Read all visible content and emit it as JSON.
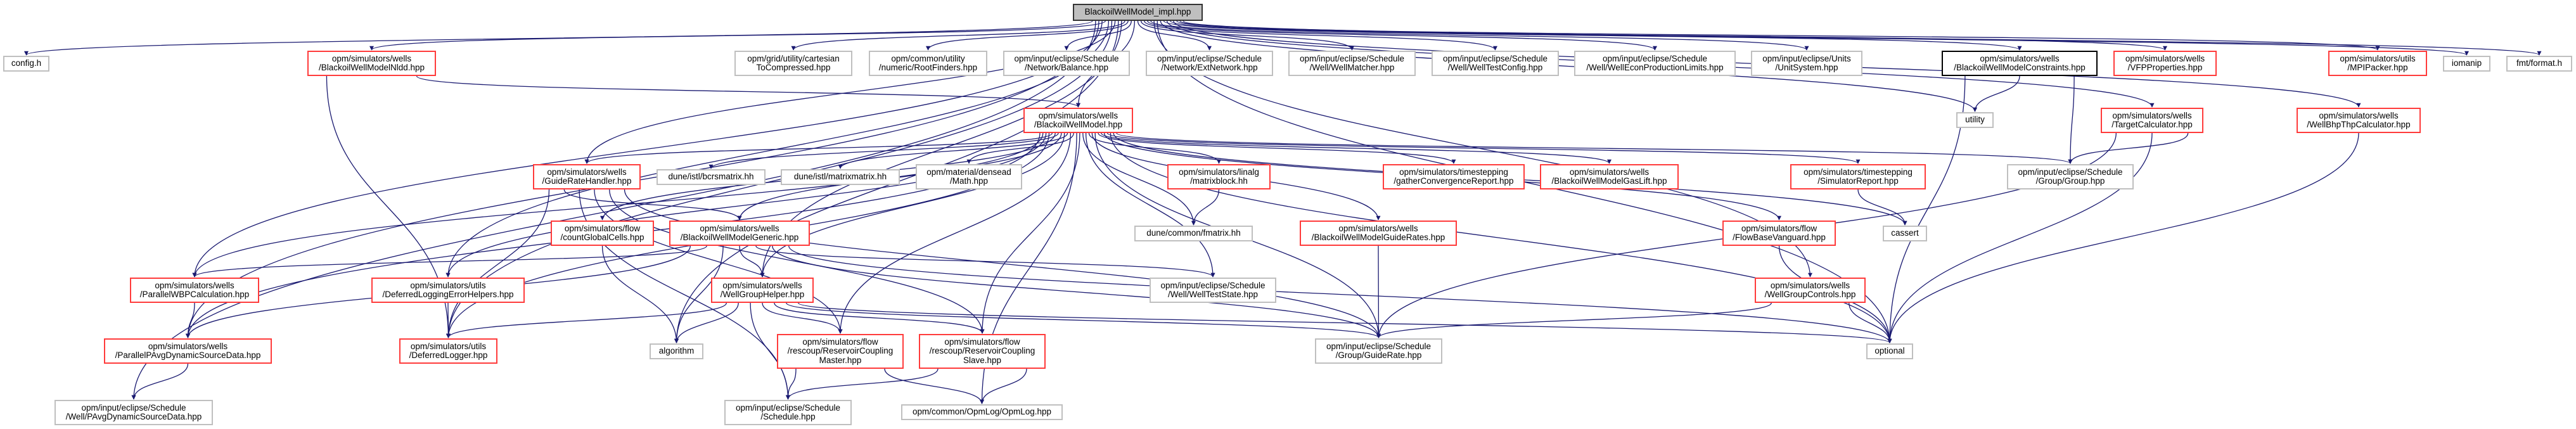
{
  "graph": {
    "edge_color": "#191970",
    "colors": {
      "main_fill": "#bfbfbf",
      "red_border": "#ff3b3b",
      "gray_border": "#bfbfbf",
      "black_border": "#000000"
    },
    "nodes": [
      {
        "id": "main",
        "style": "main",
        "lines": [
          "BlackoilWellModel_impl.hpp"
        ]
      },
      {
        "id": "config",
        "style": "gray",
        "lines": [
          "config.h"
        ]
      },
      {
        "id": "nldd",
        "style": "red",
        "lines": [
          "opm/simulators/wells",
          "/BlackoilWellModelNldd.hpp"
        ]
      },
      {
        "id": "cart",
        "style": "gray",
        "lines": [
          "opm/grid/utility/cartesian",
          "ToCompressed.hpp"
        ]
      },
      {
        "id": "root",
        "style": "gray",
        "lines": [
          "opm/common/utility",
          "/numeric/RootFinders.hpp"
        ]
      },
      {
        "id": "balance",
        "style": "gray",
        "lines": [
          "opm/input/eclipse/Schedule",
          "/Network/Balance.hpp"
        ]
      },
      {
        "id": "extnet",
        "style": "gray",
        "lines": [
          "opm/input/eclipse/Schedule",
          "/Network/ExtNetwork.hpp"
        ]
      },
      {
        "id": "wellmatcher",
        "style": "gray",
        "lines": [
          "opm/input/eclipse/Schedule",
          "/Well/WellMatcher.hpp"
        ]
      },
      {
        "id": "welltestconfig",
        "style": "gray",
        "lines": [
          "opm/input/eclipse/Schedule",
          "/Well/WellTestConfig.hpp"
        ]
      },
      {
        "id": "econ",
        "style": "gray",
        "lines": [
          "opm/input/eclipse/Schedule",
          "/Well/WellEconProductionLimits.hpp"
        ]
      },
      {
        "id": "unitsys",
        "style": "gray",
        "lines": [
          "opm/input/eclipse/Units",
          "/UnitSystem.hpp"
        ]
      },
      {
        "id": "constraints",
        "style": "black",
        "lines": [
          "opm/simulators/wells",
          "/BlackoilWellModelConstraints.hpp"
        ]
      },
      {
        "id": "vfp",
        "style": "red",
        "lines": [
          "opm/simulators/wells",
          "/VFPProperties.hpp"
        ]
      },
      {
        "id": "mpi",
        "style": "red",
        "lines": [
          "opm/simulators/utils",
          "/MPIPacker.hpp"
        ]
      },
      {
        "id": "iomanip",
        "style": "gray",
        "lines": [
          "iomanip"
        ]
      },
      {
        "id": "fmt",
        "style": "gray",
        "lines": [
          "fmt/format.h"
        ]
      },
      {
        "id": "bwm",
        "style": "red",
        "lines": [
          "opm/simulators/wells",
          "/BlackoilWellModel.hpp"
        ]
      },
      {
        "id": "utility",
        "style": "gray",
        "lines": [
          "utility"
        ]
      },
      {
        "id": "target",
        "style": "red",
        "lines": [
          "opm/simulators/wells",
          "/TargetCalculator.hpp"
        ]
      },
      {
        "id": "bhpthp",
        "style": "red",
        "lines": [
          "opm/simulators/wells",
          "/WellBhpThpCalculator.hpp"
        ]
      },
      {
        "id": "grh",
        "style": "red",
        "lines": [
          "opm/simulators/wells",
          "/GuideRateHandler.hpp"
        ]
      },
      {
        "id": "bcrs",
        "style": "gray",
        "lines": [
          "dune/istl/bcrsmatrix.hh"
        ]
      },
      {
        "id": "mm",
        "style": "gray",
        "lines": [
          "dune/istl/matrixmatrix.hh"
        ]
      },
      {
        "id": "math",
        "style": "gray",
        "lines": [
          "opm/material/densead",
          "/Math.hpp"
        ]
      },
      {
        "id": "matrixblock",
        "style": "red",
        "lines": [
          "opm/simulators/linalg",
          "/matrixblock.hh"
        ]
      },
      {
        "id": "gather",
        "style": "red",
        "lines": [
          "opm/simulators/timestepping",
          "/gatherConvergenceReport.hpp"
        ]
      },
      {
        "id": "gaslift",
        "style": "red",
        "lines": [
          "opm/simulators/wells",
          "/BlackoilWellModelGasLift.hpp"
        ]
      },
      {
        "id": "simrep",
        "style": "red",
        "lines": [
          "opm/simulators/timestepping",
          "/SimulatorReport.hpp"
        ]
      },
      {
        "id": "group",
        "style": "gray",
        "lines": [
          "opm/input/eclipse/Schedule",
          "/Group/Group.hpp"
        ]
      },
      {
        "id": "count",
        "style": "red",
        "lines": [
          "opm/simulators/flow",
          "/countGlobalCells.hpp"
        ]
      },
      {
        "id": "generic",
        "style": "red",
        "lines": [
          "opm/simulators/wells",
          "/BlackoilWellModelGeneric.hpp"
        ]
      },
      {
        "id": "fmatrix",
        "style": "gray",
        "lines": [
          "dune/common/fmatrix.hh"
        ]
      },
      {
        "id": "guiderates",
        "style": "red",
        "lines": [
          "opm/simulators/wells",
          "/BlackoilWellModelGuideRates.hpp"
        ]
      },
      {
        "id": "vanguard",
        "style": "red",
        "lines": [
          "opm/simulators/flow",
          "/FlowBaseVanguard.hpp"
        ]
      },
      {
        "id": "cassert",
        "style": "gray",
        "lines": [
          "cassert"
        ]
      },
      {
        "id": "wbp",
        "style": "red",
        "lines": [
          "opm/simulators/wells",
          "/ParallelWBPCalculation.hpp"
        ]
      },
      {
        "id": "dleh",
        "style": "red",
        "lines": [
          "opm/simulators/utils",
          "/DeferredLoggingErrorHelpers.hpp"
        ]
      },
      {
        "id": "wgh",
        "style": "red",
        "lines": [
          "opm/simulators/wells",
          "/WellGroupHelper.hpp"
        ]
      },
      {
        "id": "wts",
        "style": "gray",
        "lines": [
          "opm/input/eclipse/Schedule",
          "/Well/WellTestState.hpp"
        ]
      },
      {
        "id": "wgc",
        "style": "red",
        "lines": [
          "opm/simulators/wells",
          "/WellGroupControls.hpp"
        ]
      },
      {
        "id": "ppavg",
        "style": "red",
        "lines": [
          "opm/simulators/wells",
          "/ParallelPAvgDynamicSourceData.hpp"
        ]
      },
      {
        "id": "dlog",
        "style": "red",
        "lines": [
          "opm/simulators/utils",
          "/DeferredLogger.hpp"
        ]
      },
      {
        "id": "algorithm",
        "style": "gray",
        "lines": [
          "algorithm"
        ]
      },
      {
        "id": "rcm",
        "style": "red",
        "lines": [
          "opm/simulators/flow",
          "/rescoup/ReservoirCoupling",
          "Master.hpp"
        ]
      },
      {
        "id": "rcs",
        "style": "red",
        "lines": [
          "opm/simulators/flow",
          "/rescoup/ReservoirCoupling",
          "Slave.hpp"
        ]
      },
      {
        "id": "guiderate",
        "style": "gray",
        "lines": [
          "opm/input/eclipse/Schedule",
          "/Group/GuideRate.hpp"
        ]
      },
      {
        "id": "optional",
        "style": "gray",
        "lines": [
          "optional"
        ]
      },
      {
        "id": "pavg",
        "style": "gray",
        "lines": [
          "opm/input/eclipse/Schedule",
          "/Well/PAvgDynamicSourceData.hpp"
        ]
      },
      {
        "id": "schedule",
        "style": "gray",
        "lines": [
          "opm/input/eclipse/Schedule",
          "/Schedule.hpp"
        ]
      },
      {
        "id": "opmlog",
        "style": "gray",
        "lines": [
          "opm/common/OpmLog/OpmLog.hpp"
        ]
      }
    ],
    "edges": [
      [
        "main",
        "config"
      ],
      [
        "main",
        "nldd"
      ],
      [
        "main",
        "cart"
      ],
      [
        "main",
        "root"
      ],
      [
        "main",
        "balance"
      ],
      [
        "main",
        "extnet"
      ],
      [
        "main",
        "wellmatcher"
      ],
      [
        "main",
        "welltestconfig"
      ],
      [
        "main",
        "econ"
      ],
      [
        "main",
        "unitsys"
      ],
      [
        "main",
        "constraints"
      ],
      [
        "main",
        "vfp"
      ],
      [
        "main",
        "mpi"
      ],
      [
        "main",
        "iomanip"
      ],
      [
        "main",
        "fmt"
      ],
      [
        "main",
        "bwm"
      ],
      [
        "main",
        "utility"
      ],
      [
        "main",
        "target"
      ],
      [
        "main",
        "bhpthp"
      ],
      [
        "main",
        "grh"
      ],
      [
        "main",
        "wbp"
      ],
      [
        "main",
        "ppavg"
      ],
      [
        "main",
        "pavg"
      ],
      [
        "main",
        "dleh"
      ],
      [
        "main",
        "dlog"
      ],
      [
        "main",
        "algorithm"
      ],
      [
        "main",
        "wgh"
      ],
      [
        "main",
        "optional"
      ],
      [
        "main",
        "wgc"
      ],
      [
        "nldd",
        "bwm"
      ],
      [
        "nldd",
        "dlog"
      ],
      [
        "bwm",
        "bcrs"
      ],
      [
        "bwm",
        "mm"
      ],
      [
        "bwm",
        "math"
      ],
      [
        "bwm",
        "matrixblock"
      ],
      [
        "bwm",
        "grh"
      ],
      [
        "bwm",
        "count"
      ],
      [
        "bwm",
        "generic"
      ],
      [
        "bwm",
        "wgh"
      ],
      [
        "bwm",
        "wbp"
      ],
      [
        "bwm",
        "dlog"
      ],
      [
        "bwm",
        "dleh"
      ],
      [
        "bwm",
        "gather"
      ],
      [
        "bwm",
        "gaslift"
      ],
      [
        "bwm",
        "simrep"
      ],
      [
        "bwm",
        "guiderates"
      ],
      [
        "bwm",
        "vanguard"
      ],
      [
        "bwm",
        "wts"
      ],
      [
        "bwm",
        "guiderate"
      ],
      [
        "bwm",
        "cassert"
      ],
      [
        "bwm",
        "optional"
      ],
      [
        "bwm",
        "group"
      ],
      [
        "bwm",
        "rcm"
      ],
      [
        "bwm",
        "rcs"
      ],
      [
        "bwm",
        "fmatrix"
      ],
      [
        "bwm",
        "ppavg"
      ],
      [
        "grh",
        "generic"
      ],
      [
        "grh",
        "guiderate"
      ],
      [
        "grh",
        "dlog"
      ],
      [
        "grh",
        "rcm"
      ],
      [
        "grh",
        "rcs"
      ],
      [
        "grh",
        "schedule"
      ],
      [
        "count",
        "algorithm"
      ],
      [
        "generic",
        "wgh"
      ],
      [
        "generic",
        "algorithm"
      ],
      [
        "generic",
        "wbp"
      ],
      [
        "generic",
        "ppavg"
      ],
      [
        "generic",
        "wts"
      ],
      [
        "generic",
        "guiderate"
      ],
      [
        "generic",
        "optional"
      ],
      [
        "wgh",
        "rcm"
      ],
      [
        "wgh",
        "rcs"
      ],
      [
        "wgh",
        "schedule"
      ],
      [
        "wgh",
        "algorithm"
      ],
      [
        "wgh",
        "dlog"
      ],
      [
        "wgh",
        "guiderate"
      ],
      [
        "wgh",
        "optional"
      ],
      [
        "rcm",
        "schedule"
      ],
      [
        "rcm",
        "opmlog"
      ],
      [
        "rcs",
        "schedule"
      ],
      [
        "rcs",
        "opmlog"
      ],
      [
        "wbp",
        "ppavg"
      ],
      [
        "ppavg",
        "pavg"
      ],
      [
        "dleh",
        "dlog"
      ],
      [
        "matrixblock",
        "fmatrix"
      ],
      [
        "guiderates",
        "guiderate"
      ],
      [
        "wgc",
        "guiderate"
      ],
      [
        "wgc",
        "optional"
      ],
      [
        "vanguard",
        "optional"
      ],
      [
        "simrep",
        "cassert"
      ],
      [
        "constraints",
        "utility"
      ],
      [
        "constraints",
        "group"
      ],
      [
        "constraints",
        "optional"
      ],
      [
        "target",
        "group"
      ],
      [
        "target",
        "optional"
      ],
      [
        "target",
        "guiderate"
      ],
      [
        "bhpthp",
        "optional"
      ],
      [
        "bwm",
        "opmlog"
      ]
    ]
  }
}
